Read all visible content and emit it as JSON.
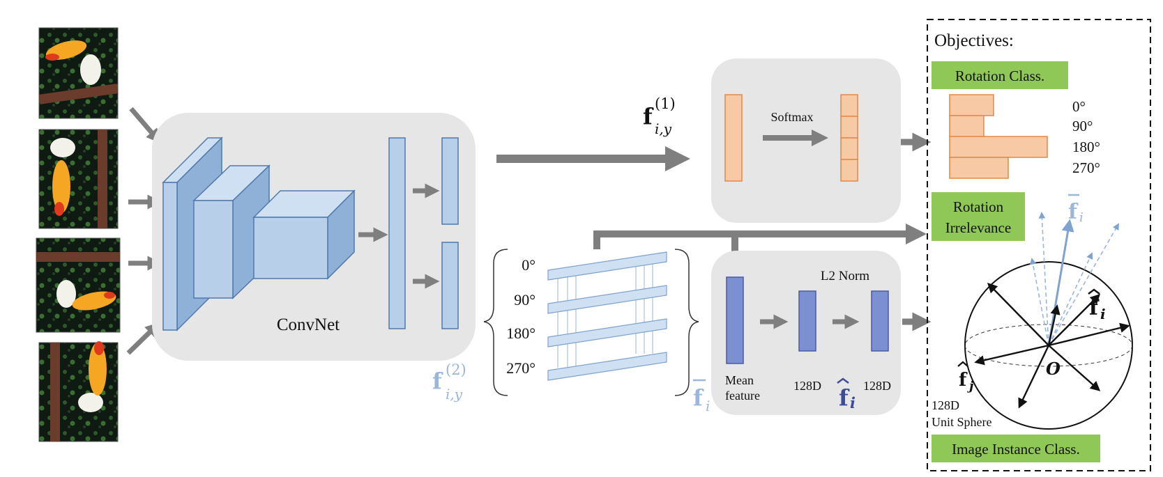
{
  "convnet": {
    "label": "ConvNet"
  },
  "features": {
    "f1": {
      "base": "f",
      "sub": "i,y",
      "sup": "(1)"
    },
    "f2": {
      "base": "f",
      "sub": "i,y",
      "sup": "(2)"
    },
    "fbar": {
      "base": "f",
      "sub": "i"
    },
    "fhat": {
      "base": "f",
      "sub": "i"
    }
  },
  "rotations": [
    "0°",
    "90°",
    "180°",
    "270°"
  ],
  "softmax": {
    "label": "Softmax"
  },
  "l2": {
    "label": "L2 Norm",
    "mean_label_1": "Mean",
    "mean_label_2": "feature",
    "dim_1": "128D",
    "dim_2": "128D"
  },
  "objectives": {
    "title": "Objectives:",
    "rotation_class": "Rotation Class.",
    "rotation_irrelevance_1": "Rotation",
    "rotation_irrelevance_2": "Irrelevance",
    "image_instance": "Image Instance Class.",
    "rotation_angles": [
      "0°",
      "90°",
      "180°",
      "270°"
    ],
    "bar_values": [
      0.45,
      0.35,
      1.0,
      0.6
    ],
    "sphere_label_1": "128D",
    "sphere_label_2": "Unit Sphere",
    "origin": "O",
    "fj_sub": "j"
  },
  "colors": {
    "blue_fill": "#b7cfe9",
    "blue_dark": "#8fb0d7",
    "blue_stroke": "#4f78ad",
    "navy_fill": "#7c8fd0",
    "navy_stroke": "#4a5aa8",
    "orange_fill": "#f7c9a4",
    "orange_stroke": "#e0894b",
    "green": "#8fc857",
    "gray_panel": "#e6e6e6",
    "arrow_gray": "#7f7f7f",
    "light_blue_text": "#9ab6da"
  }
}
